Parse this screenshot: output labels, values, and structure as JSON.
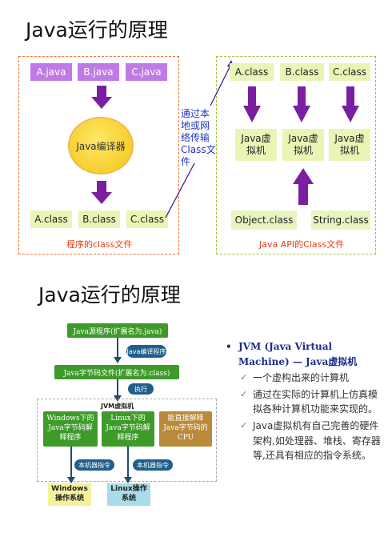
{
  "slide1": {
    "title": "Java运行的原理",
    "sources": [
      "A.java",
      "B.java",
      "C.java"
    ],
    "compiler": "Java编译器",
    "outputs": [
      "A.class",
      "B.class",
      "C.class"
    ],
    "left_caption": "程序的class文件",
    "note": "通过本地或网络传输Class文件",
    "right_classes": [
      "A.class",
      "B.class",
      "C.class"
    ],
    "vm_label": "Java虚拟机",
    "api_classes": [
      "Object.class",
      "String.class"
    ],
    "right_caption": "Java API的Class文件"
  },
  "slide2": {
    "title": "Java运行的原理",
    "diagram": {
      "source": "Java源程序(扩展名为.java)",
      "compile_step": "Java编译程序",
      "bytecode": "Java字节码文件(扩展名为.class)",
      "execute_step": "执行",
      "jvm_label": "JVM虚拟机",
      "windows_interp": "Windows下的Java字节码解释程序",
      "linux_interp": "Linux下的Java字节码解释程序",
      "cpu_interp": "能直接解释Java字节码的CPU",
      "machine_code": "本机器指令",
      "windows_os": "Windows操作系统",
      "linux_os": "Linux操作系统"
    },
    "bullets": {
      "heading": "JVM (Java Virtual Machine) — Java虚拟机",
      "items": [
        "一个虚构出来的计算机",
        "通过在实际的计算机上仿真模拟各种计算机功能来实现的。",
        "Java虚拟机有自己完善的硬件架构,如处理器、堆栈、寄存器等,还具有相应的指令系统。"
      ]
    }
  },
  "colors": {
    "violet": "#c07ae6",
    "arrow": "#7a1fa2",
    "lime": "#eaf5b5",
    "green": "#3e9a29",
    "orange_dashed": "#f07030",
    "green_dashed": "#9cc642",
    "note_blue": "#2233cc"
  }
}
